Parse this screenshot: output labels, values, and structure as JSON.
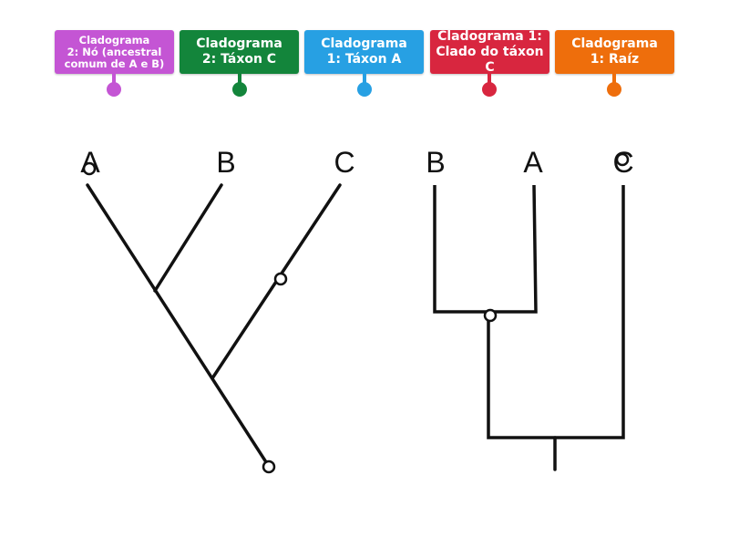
{
  "labels": [
    {
      "text": "Cladograma\n2: Nó (ancestral\ncomum de A e B)",
      "color": "#c455d4"
    },
    {
      "text": "Cladograma\n2: Táxon C",
      "color": "#13853b"
    },
    {
      "text": "Cladograma\n1: Táxon A",
      "color": "#27a0e3"
    },
    {
      "text": "Cladograma 1:\nClado do táxon C",
      "color": "#d8263f"
    },
    {
      "text": "Cladograma\n1: Raíz",
      "color": "#ee6e0c"
    }
  ],
  "cladogram1": {
    "taxa": [
      "A",
      "B",
      "C"
    ]
  },
  "cladogram2": {
    "taxa": [
      "B",
      "A",
      "C"
    ]
  }
}
